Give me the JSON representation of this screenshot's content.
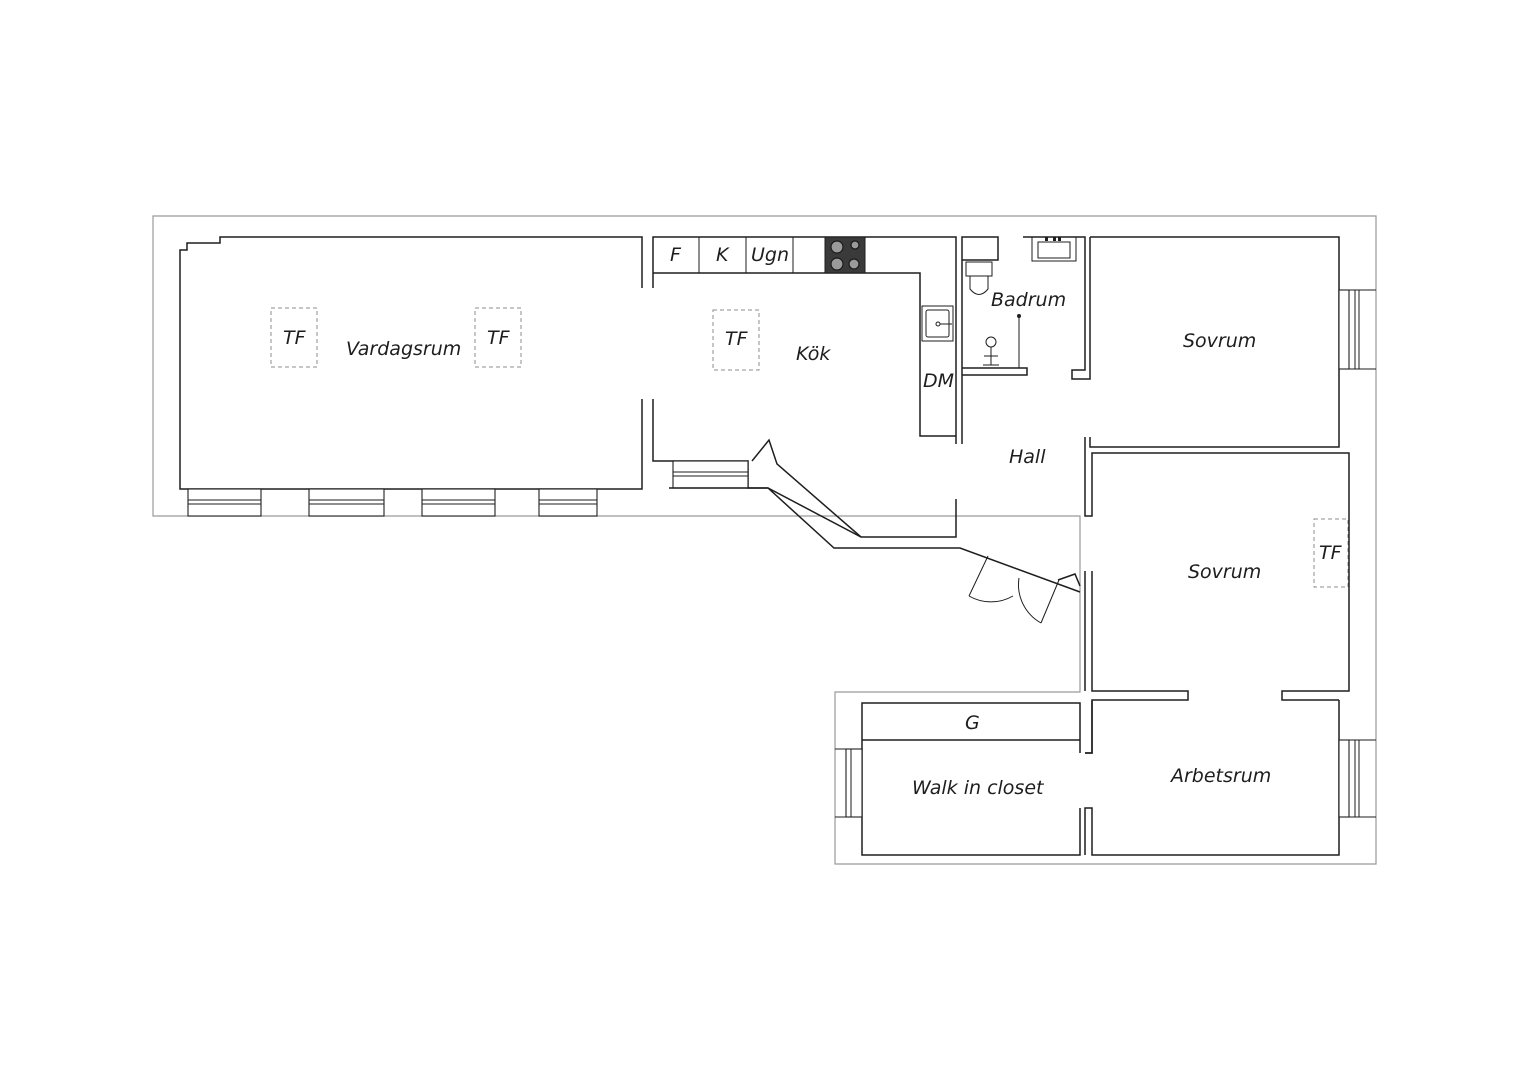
{
  "rooms": {
    "vardagsrum": "Vardagsrum",
    "kok": "Kök",
    "badrum": "Badrum",
    "sovrum_1": "Sovrum",
    "hall": "Hall",
    "sovrum_2": "Sovrum",
    "arbetsrum": "Arbetsrum",
    "walk_in_closet": "Walk in closet"
  },
  "fixtures": {
    "fridge": "F",
    "freezer": "K",
    "oven": "Ugn",
    "dishwasher": "DM",
    "wardrobe": "G",
    "tf_1": "TF",
    "tf_2": "TF",
    "tf_3": "TF",
    "tf_4": "TF"
  },
  "colors": {
    "wall": "#1e1e1e",
    "outline": "#9a9a9a",
    "dashed_marker": "#8c8c8c",
    "background": "#ffffff"
  }
}
